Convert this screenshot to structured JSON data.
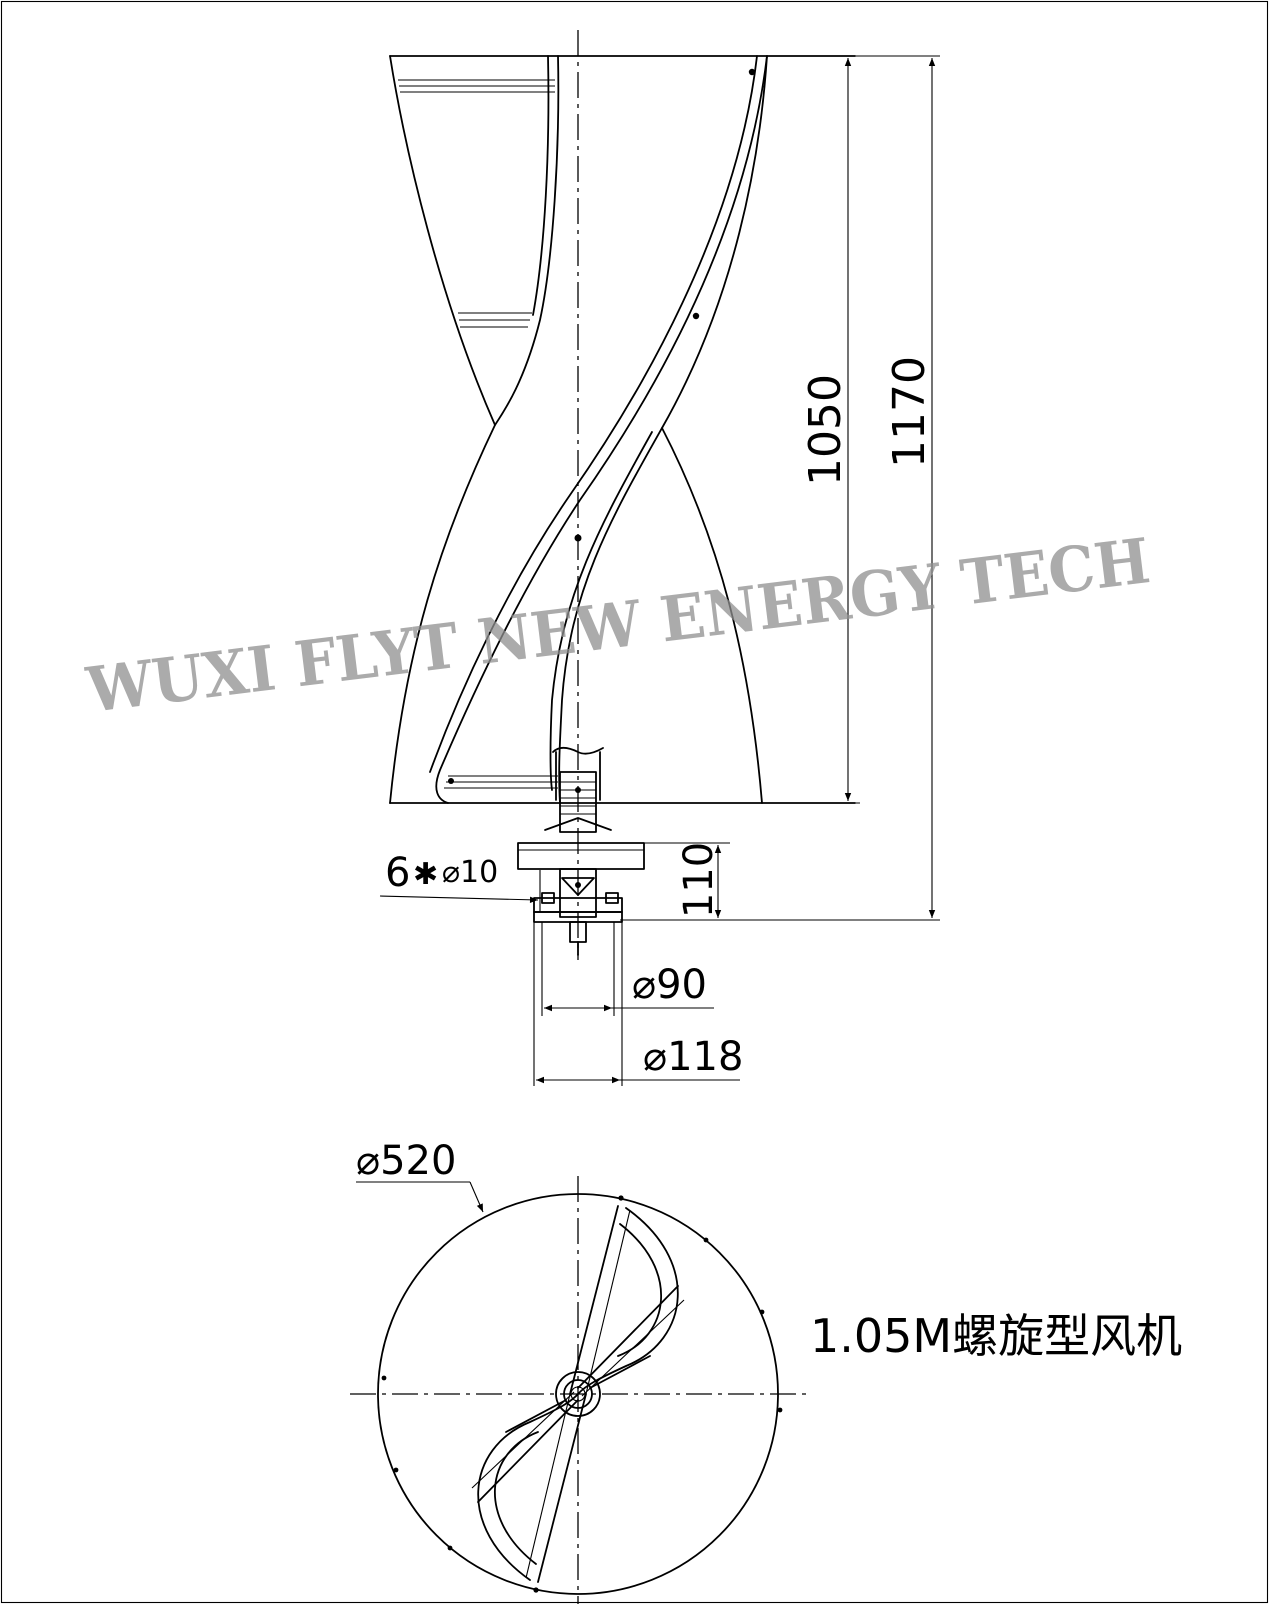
{
  "dimensions": {
    "blade_height": "1050",
    "total_height": "1170",
    "base_height": "110",
    "bolt_holes": "6",
    "bolt_sep": "✱",
    "bolt_diameter": "⌀10",
    "inner_diameter": "⌀90",
    "outer_diameter": "⌀118",
    "rotor_diameter": "⌀520"
  },
  "watermark": "WUXI FLYT NEW ENERGY TECH",
  "caption": "1.05M螺旋型风机"
}
